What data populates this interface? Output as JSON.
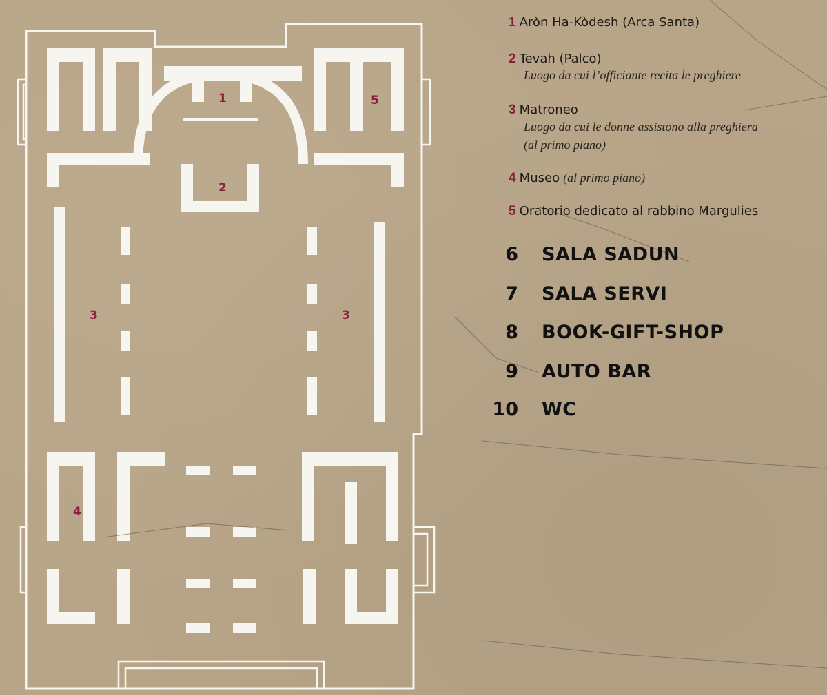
{
  "plan": {
    "labels": [
      "1",
      "2",
      "3",
      "3",
      "4",
      "5"
    ]
  },
  "legend": {
    "items": [
      {
        "number": "1",
        "label": "Aròn Ha-Kòdesh (Arca Santa)",
        "sub": ""
      },
      {
        "number": "2",
        "label": "Tevah (Palco)",
        "sub": "Luogo da cui l’officiante recita le preghiere"
      },
      {
        "number": "3",
        "label": "Matroneo",
        "sub": "Luogo da cui le donne assistono alla preghiera",
        "sub2": "(al primo piano)"
      },
      {
        "number": "4",
        "label": "Museo",
        "inline_sub": "(al primo piano)"
      },
      {
        "number": "5",
        "label": "Oratorio dedicato al rabbino Margulies"
      }
    ],
    "rooms": [
      {
        "number": "6",
        "label": "SALA SADUN"
      },
      {
        "number": "7",
        "label": "SALA SERVI"
      },
      {
        "number": "8",
        "label": "BOOK-GIFT-SHOP"
      },
      {
        "number": "9",
        "label": "AUTO BAR"
      },
      {
        "number": "10",
        "label": "WC"
      }
    ]
  },
  "colors": {
    "background": "#b8a588",
    "walls": "#f7f5f0",
    "accent_numbers": "#8a1c3c",
    "text": "#1e1a16"
  }
}
